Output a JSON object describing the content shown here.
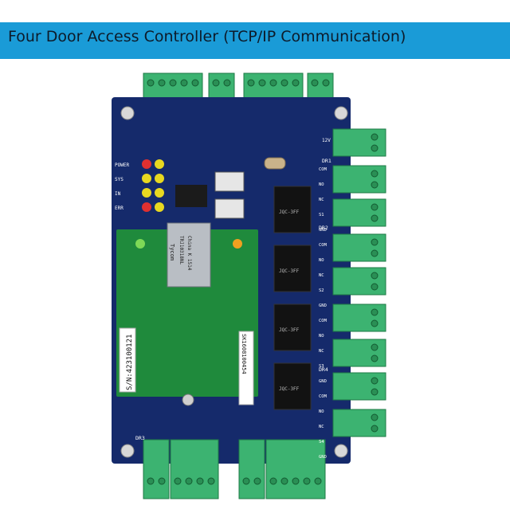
{
  "banner": {
    "title": "Four Door Access Controller (TCP/IP Communication)",
    "color": "#1a9bd7"
  },
  "board": {
    "pcb_color": "#152a6b",
    "module_color": "#1f8a3c",
    "terminal_color": "#3cb371",
    "led_labels": [
      "POWER",
      "SYS",
      "IN",
      "ERR"
    ],
    "door_labels": [
      "DR1",
      "DR2",
      "DR3",
      "DR4"
    ],
    "relay_pins": [
      "COM",
      "NO",
      "NC",
      "S1",
      "GND",
      "COM",
      "NO",
      "NC",
      "S2",
      "GND",
      "COM",
      "NO",
      "NC",
      "S3",
      "GND",
      "COM",
      "NO",
      "NC",
      "S4",
      "GND"
    ],
    "serial_label": "S/N:423100121",
    "barcode_label": "SK1608100454",
    "rj45_label": "TRJ10318NL",
    "rj45_sub": "China  K 1514",
    "rj45_brand": "Tycom",
    "relay_label": "JQC-3FF",
    "voltage_label": "12V"
  }
}
